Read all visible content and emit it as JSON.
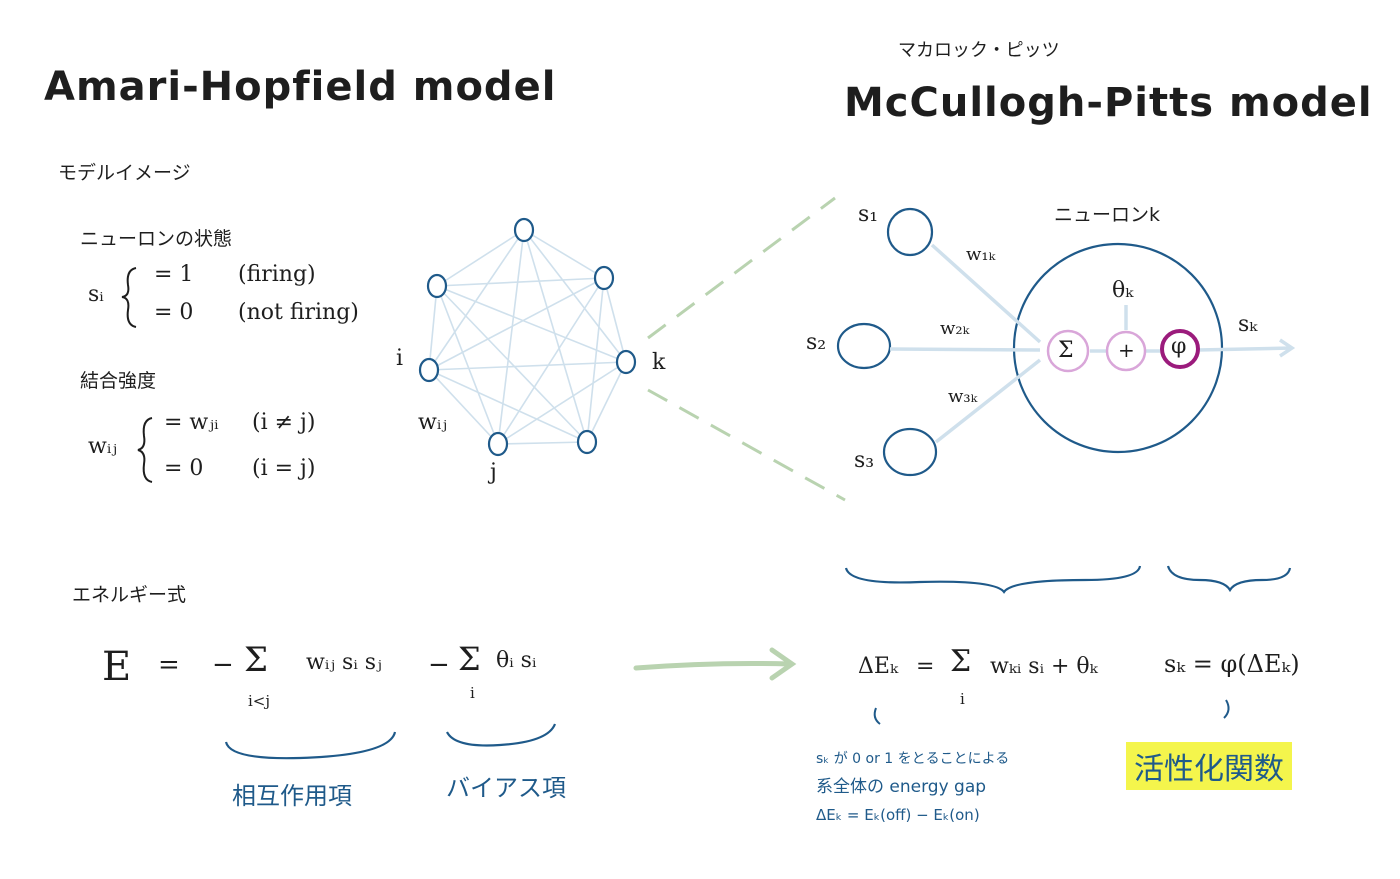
{
  "left": {
    "title": "Amari-Hopfield model",
    "model_image_label": "モデルイメージ",
    "neuron_state_label": "ニューロンの状態",
    "state_var": "sᵢ",
    "state_case1_value": "= 1",
    "state_case1_note": "(firing)",
    "state_case2_value": "= 0",
    "state_case2_note": "(not firing)",
    "coupling_label": "結合強度",
    "weight_var": "wᵢⱼ",
    "weight_case1_value": "= wⱼᵢ",
    "weight_case1_note": "(i ≠ j)",
    "weight_case2_value": "= 0",
    "weight_case2_note": "(i = j)",
    "graph_label_i": "i",
    "graph_label_j": "j",
    "graph_label_k": "k",
    "graph_label_w": "wᵢⱼ",
    "energy_label": "エネルギー式",
    "energy_E": "E",
    "energy_eq": "=",
    "energy_minus1": "−",
    "energy_sum1": "Σ",
    "energy_sum1_sub": "i<j",
    "energy_term1": "wᵢⱼ sᵢ sⱼ",
    "energy_minus2": "−",
    "energy_sum2": "Σ",
    "energy_sum2_sub": "i",
    "energy_term2": "θᵢ sᵢ",
    "interaction_label": "相互作用項",
    "bias_label": "バイアス項"
  },
  "right": {
    "ruby": "マカロック・ピッツ",
    "title": "McCullogh-Pitts model",
    "neuron_label": "ニューロンk",
    "input1": "s₁",
    "input2": "s₂",
    "input3": "s₃",
    "weight1": "w₁ₖ",
    "weight2": "w₂ₖ",
    "weight3": "w₃ₖ",
    "theta": "θₖ",
    "sum_symbol": "Σ",
    "plus_symbol": "+",
    "phi_symbol": "φ",
    "output": "sₖ",
    "delta_formula_lhs": "ΔEₖ",
    "delta_formula_eq": "=",
    "delta_formula_sum": "Σ",
    "delta_formula_sum_sub": "i",
    "delta_formula_rhs": "wₖᵢ sᵢ + θₖ",
    "activation_formula": "sₖ = φ(ΔEₖ)",
    "note_line1": "sₖ が 0 or 1 をとることによる",
    "note_line2": "系全体の energy gap",
    "note_line3": "ΔEₖ = Eₖ(off) − Eₖ(on)",
    "activation_label": "活性化関数"
  },
  "colors": {
    "ink": "#1e1e1e",
    "blue": "#1f5a8a",
    "light_blue": "#cfe0ec",
    "green": "#b9d3b0",
    "pink": "#d9a6d9",
    "magenta": "#9b1b7c",
    "highlight": "#f4f54c"
  }
}
